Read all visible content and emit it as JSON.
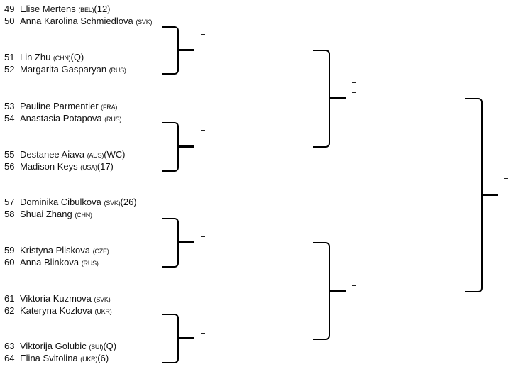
{
  "players": [
    {
      "num": "49",
      "name": "Elise Mertens",
      "country": "(BEL)",
      "extra": "(12)"
    },
    {
      "num": "50",
      "name": "Anna Karolina Schmiedlova",
      "country": "(SVK)",
      "extra": ""
    },
    {
      "num": "51",
      "name": "Lin Zhu",
      "country": "(CHN)",
      "extra": "(Q)"
    },
    {
      "num": "52",
      "name": "Margarita Gasparyan",
      "country": "(RUS)",
      "extra": ""
    },
    {
      "num": "53",
      "name": "Pauline Parmentier",
      "country": "(FRA)",
      "extra": ""
    },
    {
      "num": "54",
      "name": "Anastasia Potapova",
      "country": "(RUS)",
      "extra": ""
    },
    {
      "num": "55",
      "name": "Destanee Aiava",
      "country": "(AUS)",
      "extra": "(WC)"
    },
    {
      "num": "56",
      "name": "Madison Keys",
      "country": "(USA)",
      "extra": "(17)"
    },
    {
      "num": "57",
      "name": "Dominika Cibulkova",
      "country": "(SVK)",
      "extra": "(26)"
    },
    {
      "num": "58",
      "name": "Shuai Zhang",
      "country": "(CHN)",
      "extra": ""
    },
    {
      "num": "59",
      "name": "Kristyna Pliskova",
      "country": "(CZE)",
      "extra": ""
    },
    {
      "num": "60",
      "name": "Anna Blinkova",
      "country": "(RUS)",
      "extra": ""
    },
    {
      "num": "61",
      "name": "Viktoria Kuzmova",
      "country": "(SVK)",
      "extra": ""
    },
    {
      "num": "62",
      "name": "Kateryna Kozlova",
      "country": "(UKR)",
      "extra": ""
    },
    {
      "num": "63",
      "name": "Viktorija Golubic",
      "country": "(SUI)",
      "extra": "(Q)"
    },
    {
      "num": "64",
      "name": "Elina Svitolina",
      "country": "(UKR)",
      "extra": "(6)"
    }
  ],
  "placeholder": "-"
}
